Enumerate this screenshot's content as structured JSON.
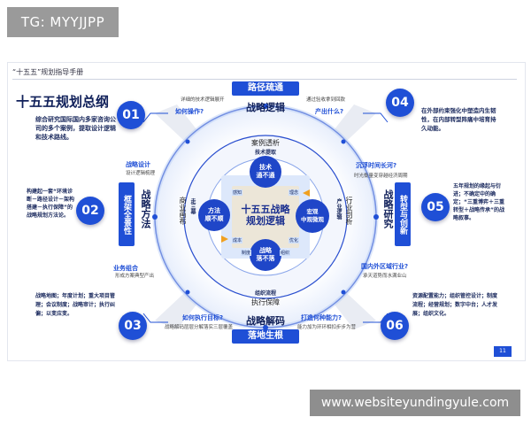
{
  "watermark": "TG: MYYJJPP",
  "site_banner": "www.websiteyundingyule.com",
  "slide": {
    "manual": "“十五五”规划指导手册",
    "title": "十五五规划总纲",
    "page_num": "11"
  },
  "center": {
    "title": "十五五战略\n规划逻辑"
  },
  "nodes": {
    "tech": "技术\n通不通",
    "method": "方法\n顺不顺",
    "macro": "宏观\n中观微观",
    "landing": "战略\n落不落"
  },
  "inner_tags": {
    "t1": "感知",
    "t2": "理念",
    "t3": "成本",
    "t4": "优化",
    "t5": "制度",
    "t6": "组织"
  },
  "ring": {
    "top_label": "案例透析",
    "top_sub": "技术提取",
    "left_label": "商业画布",
    "left_sub": "走三幕",
    "right_label": "行业剖析",
    "right_sub": "产业逻辑",
    "bottom_label": "执行保障",
    "bottom_sub": "组织流程"
  },
  "pillars": {
    "top_pill": "路径疏通",
    "top_head": "战略逻辑",
    "bottom_pill": "落地生根",
    "bottom_head": "战略解码",
    "left_vert": "战略方法",
    "left_box": "框架全景性",
    "right_vert": "战略研究",
    "right_box": "转型与创新"
  },
  "q": {
    "how_op": "如何操作?",
    "how_op_note": "详细的技术逻辑展开",
    "what_out": "产出什么?",
    "what_out_note": "通过验收拿到回款",
    "design": "战略设计",
    "design_note": "设计逻辑梳理",
    "combo": "业务组合",
    "combo_note": "形成方案典型产出",
    "sink": "沉浮时间长河?",
    "sink_note": "时光衡量变穿越经济周期",
    "region": "国内外区域行业?",
    "region_note": "承天道势而水满业山",
    "exec": "如何执行目标?",
    "exec_note": "战略解码层层分解落实三层覆盖",
    "ability": "打造何种能力?",
    "ability_note": "能力加为环环相扣步步为营"
  },
  "items": [
    {
      "num": "01",
      "text": "综合研究国际国内多家咨询公司的多个案例，提取设计逻辑和技术路线。"
    },
    {
      "num": "02",
      "text": "构建起一套“环境诊断－路径设计－架构搭建－执行保障”的战略规划方法论。"
    },
    {
      "num": "03",
      "text": "战略地图；年度计划；重大项目管理；会议制度；战略审计；执行纠偏；以变应变。"
    },
    {
      "num": "04",
      "text": "在外部约束强化中塑造内生韧性，在内部转型阵痛中培育持久动能。"
    },
    {
      "num": "05",
      "text": "五年规划的缘起与衍进；不确定中的确定；“三重博弈＋三重转型＋战略传承”的战略叙事。"
    },
    {
      "num": "06",
      "text": "资源配置能力；组织管控设计；制度流程；经营规划；数字中台；人才发展；组织文化。"
    }
  ]
}
